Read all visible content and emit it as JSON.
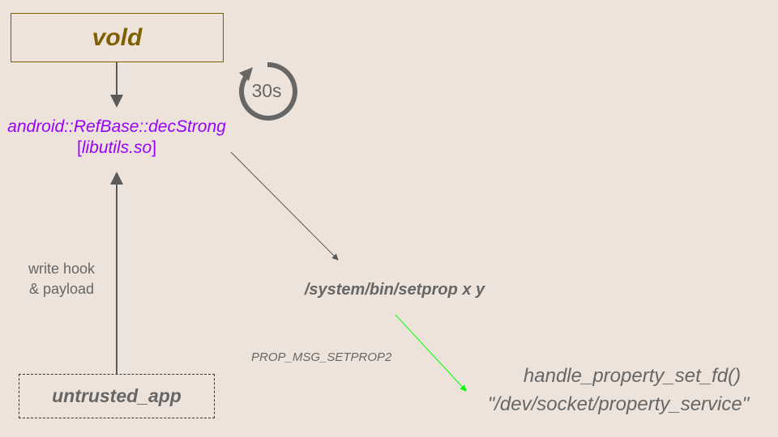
{
  "nodes": {
    "vold": "vold",
    "function": "android::RefBase::decStrong",
    "library_open": "[",
    "library": "libutils.so",
    "library_close": "]",
    "timer": "30s",
    "setprop": "/system/bin/setprop x y",
    "message": "PROP_MSG_SETPROP2",
    "handler": "handle_property_set_fd()",
    "socket": "\"/dev/socket/property_service\"",
    "untrusted_app": "untrusted_app"
  },
  "edge_labels": {
    "write_line1": "write hook",
    "write_line2": "& payload"
  },
  "colors": {
    "background": "#ede3db",
    "vold": "#7f6000",
    "function": "#9900ff",
    "edge": "#595959",
    "socket_edge": "#00ff00"
  }
}
